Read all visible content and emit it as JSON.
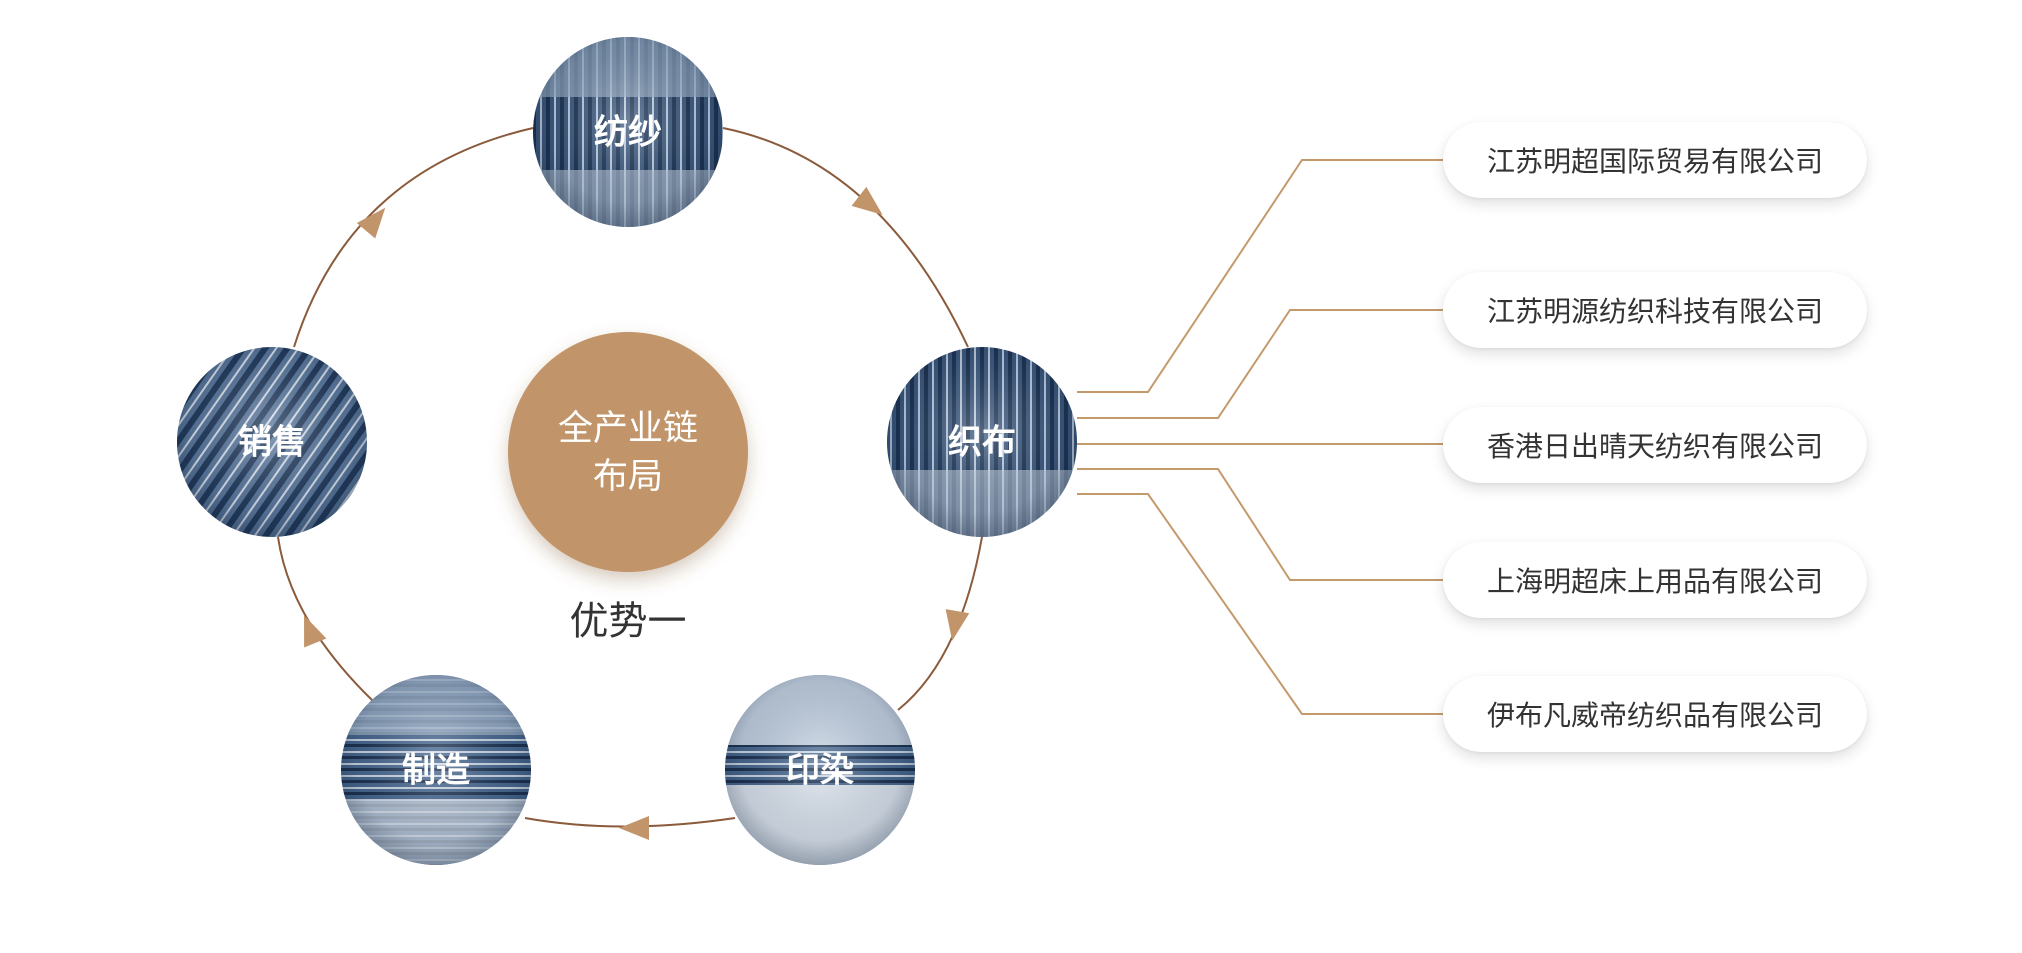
{
  "center": {
    "line1": "全产业链",
    "line2": "布局",
    "caption": "优势一"
  },
  "nodes": [
    {
      "key": "spinning",
      "label": "纺纱"
    },
    {
      "key": "weaving",
      "label": "织布"
    },
    {
      "key": "dyeing",
      "label": "印染"
    },
    {
      "key": "manufacturing",
      "label": "制造"
    },
    {
      "key": "sales",
      "label": "销售"
    }
  ],
  "companies": [
    "江苏明超国际贸易有限公司",
    "江苏明源纺织科技有限公司",
    "香港日出晴天纺织有限公司",
    "上海明超床上用品有限公司",
    "伊布凡威帝纺织品有限公司"
  ],
  "colors": {
    "accent": "#c2946a",
    "ring_line": "#8a5a3a",
    "connector": "#c49a6c",
    "node_dark": "#2f4a6b",
    "node_light": "#b7c6d8"
  },
  "icons": {
    "arrow": "triangle-arrow-icon"
  }
}
